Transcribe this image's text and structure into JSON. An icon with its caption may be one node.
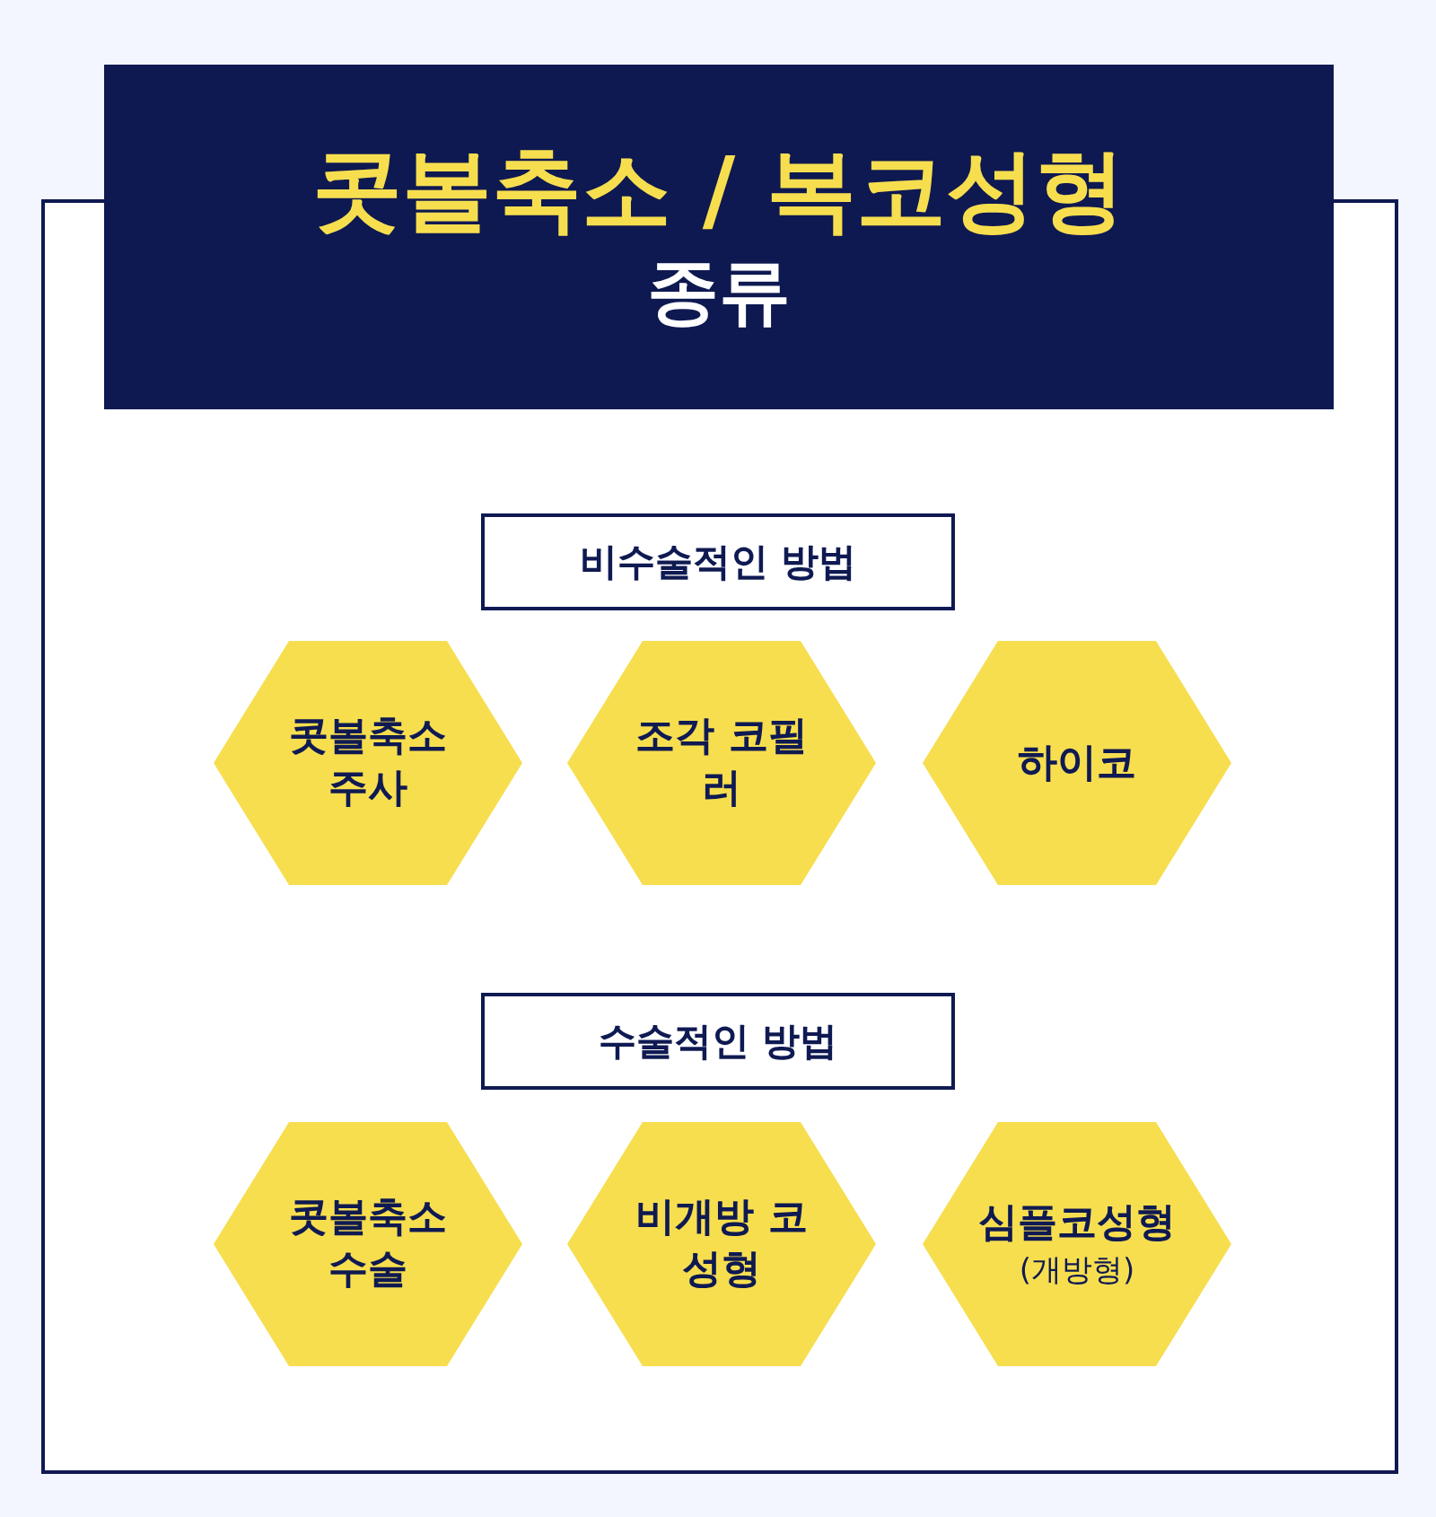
{
  "diagram": {
    "nodes": [
      {
        "text": [
          "콧볼축소 / 복코성형",
          "종류"
        ]
      },
      {
        "text": [
          "비수술적인 방법"
        ]
      },
      {
        "text": [
          "콧볼축소 주사"
        ]
      },
      {
        "text": [
          "조각 코필러"
        ]
      },
      {
        "text": [
          "하이코"
        ]
      },
      {
        "text": [
          "수술적인 방법"
        ]
      },
      {
        "text": [
          "콧볼축소 수술"
        ]
      },
      {
        "text": [
          "비개방 코성형"
        ]
      },
      {
        "text": [
          "심플코성형",
          "(개방형)"
        ]
      }
    ]
  }
}
